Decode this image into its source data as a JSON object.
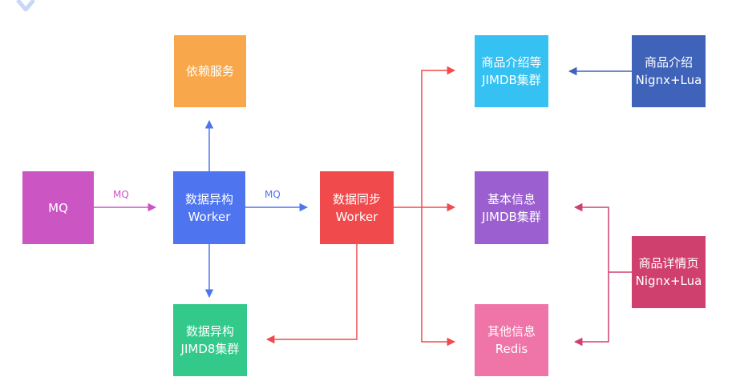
{
  "nodes": {
    "mq": {
      "lines": [
        "MQ"
      ],
      "color": "#cc55c4"
    },
    "dependency": {
      "lines": [
        "依赖服务"
      ],
      "color": "#f8a84a"
    },
    "het_worker": {
      "lines": [
        "数据异构",
        "Worker"
      ],
      "color": "#4f74f0"
    },
    "het_jimdb": {
      "lines": [
        "数据异构",
        "JIMD8集群"
      ],
      "color": "#33c98b"
    },
    "sync_worker": {
      "lines": [
        "数据同步",
        "Worker"
      ],
      "color": "#f04a4c"
    },
    "intro_jimdb": {
      "lines": [
        "商品介绍等",
        "JIMDB集群"
      ],
      "color": "#35c1f2"
    },
    "basic_jimdb": {
      "lines": [
        "基本信息",
        "JIMDB集群"
      ],
      "color": "#9b5fd0"
    },
    "other_redis": {
      "lines": [
        "其他信息",
        "Redis"
      ],
      "color": "#ef74a8"
    },
    "intro_nginx": {
      "lines": [
        "商品介绍",
        "Nignx+Lua"
      ],
      "color": "#3f63b8"
    },
    "detail_nginx": {
      "lines": [
        "商品详情页",
        "Nignx+Lua"
      ],
      "color": "#d0406f"
    }
  },
  "edge_labels": {
    "mq_to_worker": "MQ",
    "worker_to_sync": "MQ"
  },
  "colors": {
    "mq_arrow": "#cc55c4",
    "blue_arrow": "#4f74f0",
    "red_arrow": "#f04a4c",
    "nginx_blue_arrow": "#3f63b8",
    "nginx_pink_arrow": "#d0406f",
    "corner_mark": "#c9d7f7"
  }
}
